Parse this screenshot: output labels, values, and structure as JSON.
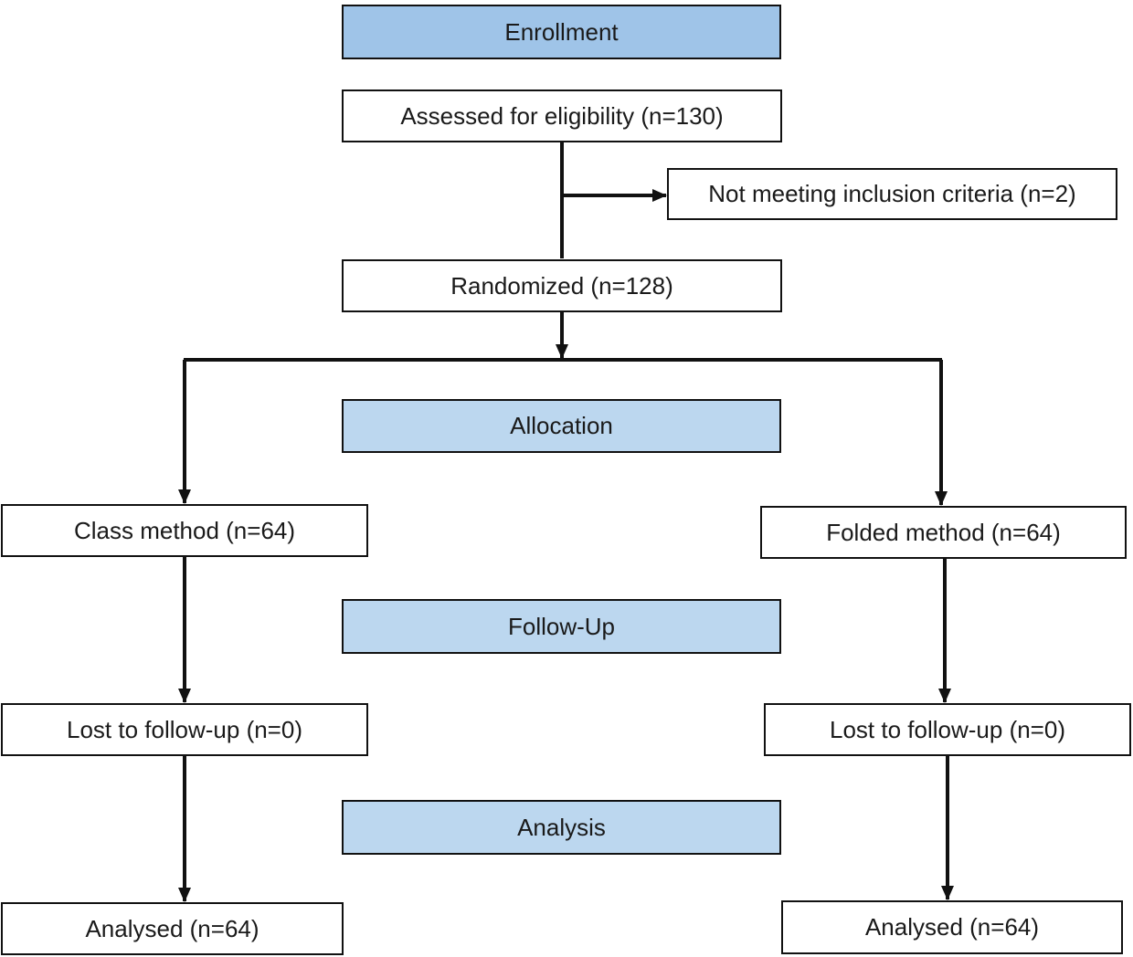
{
  "colors": {
    "enrollment_fill": "#9fc4e8",
    "phase_fill": "#bcd7ef",
    "box_fill": "#ffffff",
    "line": "#111111"
  },
  "phases": {
    "enrollment": "Enrollment",
    "allocation": "Allocation",
    "follow_up": "Follow-Up",
    "analysis": "Analysis"
  },
  "nodes": {
    "assessed": "Assessed for eligibility (n=130)",
    "excluded": "Not meeting inclusion criteria (n=2)",
    "randomized": "Randomized (n=128)",
    "left_allocated": "Class method (n=64)",
    "right_allocated": "Folded method (n=64)",
    "left_lost": "Lost to follow-up (n=0)",
    "right_lost": "Lost to follow-up (n=0)",
    "left_analysed": "Analysed (n=64)",
    "right_analysed": "Analysed (n=64)"
  }
}
